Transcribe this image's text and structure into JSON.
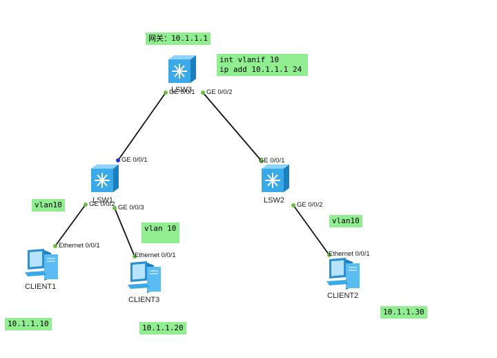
{
  "notes": {
    "gateway": "网关：10.1.1.1",
    "vlanif_line1": "int vlanif 10",
    "vlanif_line2": "ip add 10.1.1.1 24",
    "lsw1_vlan": "vlan10",
    "client3_vlan": "vlan 10",
    "lsw2_vlan": "vlan10",
    "client1_ip": "10.1.1.10",
    "client3_ip": "10.1.1.20",
    "client2_ip": "10.1.1.30"
  },
  "devices": {
    "lsw3": "LSW3",
    "lsw1": "LSW1",
    "lsw2": "LSW2",
    "client1": "CLIENT1",
    "client2": "CLIENT2",
    "client3": "CLIENT3"
  },
  "ports": {
    "lsw3_ge001": "GE 0/0/1",
    "lsw3_ge002": "GE 0/0/2",
    "lsw1_ge001": "GE 0/0/1",
    "lsw1_ge002": "GE 0/0/2",
    "lsw1_ge003": "GE 0/0/3",
    "lsw2_ge001": "GE 0/0/1",
    "lsw2_ge002": "GE 0/0/2",
    "client1_eth": "Ethernet 0/0/1",
    "client3_eth": "Ethernet 0/0/1",
    "client2_eth": "Ethernet 0/0/1"
  },
  "colors": {
    "note_bg": "#90ee90",
    "link": "#111111",
    "port_up": "#6abf40",
    "port_blue": "#2233cc",
    "switch": "#3aa9e8"
  }
}
